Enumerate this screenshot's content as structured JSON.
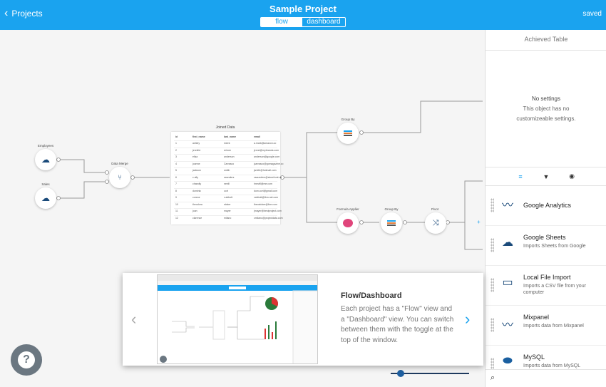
{
  "header": {
    "back_label": "Projects",
    "title": "Sample Project",
    "view_toggle": [
      "flow",
      "dashboard"
    ],
    "active_view": "flow",
    "status": "saved"
  },
  "colors": {
    "brand": "#1aa3ef",
    "help_button": "#6b7781",
    "node_pink": "#e0457b"
  },
  "canvas": {
    "nodes": {
      "employees": "Employees",
      "sales": "Sales",
      "data_merge": "Data Merge",
      "joined_data": "Joined Data",
      "group_by_top": "Group By",
      "formula_applier": "Formula Applier",
      "group_by_bottom": "Group By",
      "pivot": "Pivot"
    },
    "table": {
      "columns": [
        "id",
        "first_name",
        "last_name",
        "email"
      ],
      "rows": [
        [
          "1",
          "ashley",
          "meek",
          "a.mark@amazon.co"
        ],
        [
          "2",
          "jennifer",
          "reimer",
          "jenrei@mybrands.com"
        ],
        [
          "3",
          "elisa",
          "anderson",
          "anderson@google.com"
        ],
        [
          "4",
          "joanne",
          "Carrasco",
          "jcarrasco@gomagazine.co"
        ],
        [
          "5",
          "jackson",
          "smith",
          "jsmith@hotmail.com"
        ],
        [
          "6",
          "c.ally",
          "saunders",
          "csaunders@storefront.us"
        ],
        [
          "7",
          "chandly",
          "nevill",
          "hnevill@me.com"
        ],
        [
          "8",
          "dominic",
          "cort",
          "dom.cort@gmail.com"
        ],
        [
          "9",
          "connor",
          "v.abbott",
          "vabbott@ibm.net.com"
        ],
        [
          "10",
          "theodora",
          "stoker",
          "theostoker@live.com"
        ],
        [
          "11",
          "joan",
          "mayer",
          "jmayer@bestproject.com"
        ],
        [
          "12",
          "clarence",
          "milano",
          "cmilano@projectdata.com"
        ]
      ]
    }
  },
  "right_panel": {
    "title": "Achieved Table",
    "settings_heading": "No settings",
    "settings_body": "This object has no customizeable settings.",
    "tabs": [
      "database-icon",
      "filter-icon",
      "eye-icon"
    ],
    "sources": [
      {
        "name": "Google Analytics",
        "desc": "",
        "icon": "analytics-icon"
      },
      {
        "name": "Google Sheets",
        "desc": "Imports Sheets from Google",
        "icon": "cloud-download-icon"
      },
      {
        "name": "Local File Import",
        "desc": "Imports a CSV file from your computer",
        "icon": "monitor-icon"
      },
      {
        "name": "Mixpanel",
        "desc": "Imports data from Mixpanel",
        "icon": "mixpanel-icon"
      },
      {
        "name": "MySQL",
        "desc": "Imports data from MySQL",
        "icon": "mysql-icon"
      }
    ]
  },
  "tour": {
    "title": "Flow/Dashboard",
    "body": "Each project has a \"Flow\" view and a \"Dashboard\" view. You can switch between them with the toggle at the top of the window."
  },
  "help": {
    "label": "?"
  },
  "zoom": {
    "value_fraction": 0.13
  }
}
